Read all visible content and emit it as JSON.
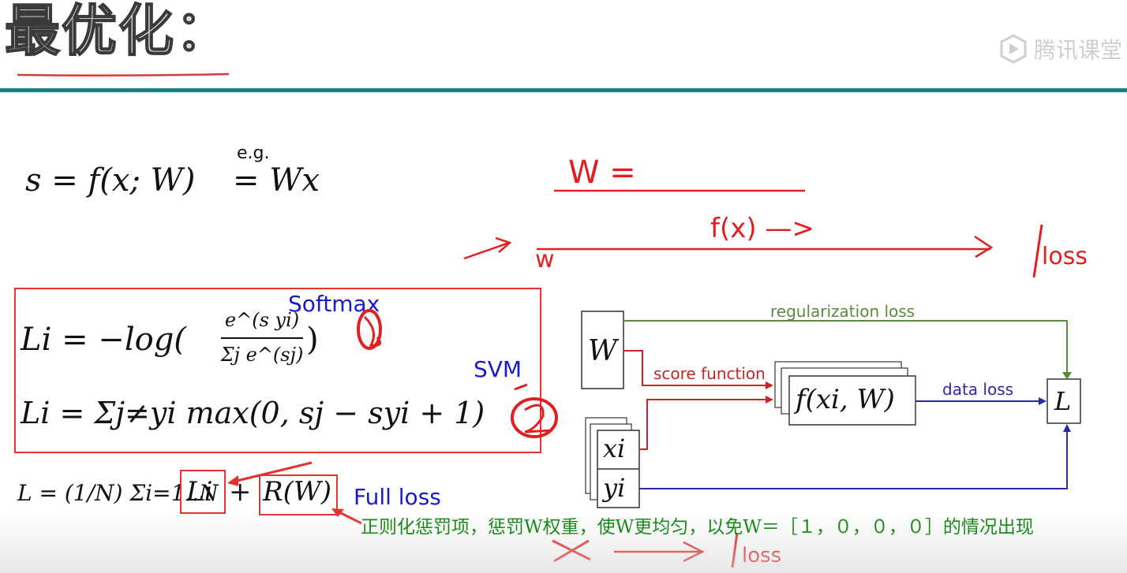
{
  "slide": {
    "title": "最优化：",
    "watermark": "腾讯课堂"
  },
  "formula1": {
    "lhs": "s = f(x; W)",
    "eq_label": "e.g.",
    "rhs": "= Wx"
  },
  "loss_box": {
    "softmax_label": "Softmax",
    "softmax_lhs": "Li = −log(",
    "softmax_num": "e^(s yi)",
    "softmax_den": "Σj e^(sj)",
    "softmax_close": ")",
    "svm_label": "SVM",
    "svm_formula": "Li = Σj≠yi max(0, sj − syi + 1)"
  },
  "full_loss": {
    "prefix": "L = (1/N) Σi=1..N",
    "term1": "Li",
    "plus": "+",
    "term2": "R(W)",
    "label": "Full loss"
  },
  "diagram": {
    "regularization_label": "regularization loss",
    "score_label": "score function",
    "data_loss_label": "data loss",
    "w_node": "W",
    "f_node": "f(xi, W)",
    "x_node": "xi",
    "y_node": "yi",
    "l_node": "L",
    "colors": {
      "regularization": "#5a8a3a",
      "score": "#cc2222",
      "data": "#2a2aa8"
    }
  },
  "annotation_note": "正则化惩罚项，惩罚W权重，使W更均匀，以免W＝［１，０，０，０］的情况出现",
  "handwriting": {
    "w_equals": "W =",
    "fx_arrow": "f(x) —>",
    "loss_right": "loss",
    "w_small": "w",
    "x_bottom": "x",
    "loss_bottom": "loss",
    "circled_1": "1",
    "circled_2": "2"
  }
}
